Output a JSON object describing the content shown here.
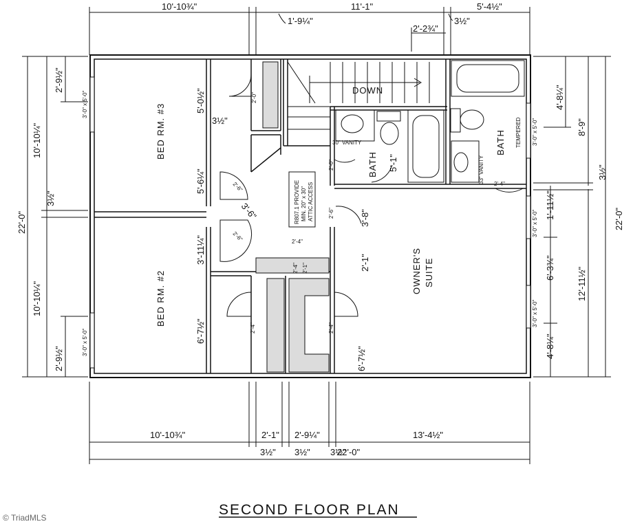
{
  "title": "SECOND FLOOR PLAN",
  "watermark": "© TriadMLS",
  "rooms": {
    "bed3": "BED RM. #3",
    "bed2": "BED RM. #2",
    "owners_line1": "OWNER'S",
    "owners_line2": "SUITE",
    "bath1": "BATH",
    "bath2": "BATH",
    "tempered": "TEMPERED",
    "stairs": "DOWN",
    "vanity30": "30\" VANITY",
    "vanity33": "33\" VANITY"
  },
  "notes": {
    "attic_line1": "R807.1 PROVIDE",
    "attic_line2": "MIN. 20\" x 30\"",
    "attic_line3": "ATTIC ACCESS"
  },
  "windows": {
    "w1": "3'-0\" x 5'-0\"",
    "w2": "3'-0\" x 5'-0\"",
    "w3": "3'-0\" x 5'-0\"",
    "w4": "3'-0\" x 5'-0\"",
    "w5": "3'-0\" x 5'-0\""
  },
  "dimensions": {
    "top_1": "10'-10¾\"",
    "top_2": "1'-9¼\"",
    "top_3": "11'-1\"",
    "top_4": "3½\"",
    "top_5": "5'-4½\"",
    "top_6": "2'-2¾\"",
    "bottom_1": "10'-10¾\"",
    "bottom_2": "2'-1\"",
    "bottom_3": "2'-9¼\"",
    "bottom_4": "13'-4½\"",
    "bottom_5": "3½\"",
    "bottom_6": "3½\"",
    "bottom_7": "3½\"",
    "bottom_total": "22'-0\"",
    "left_1": "10'-10¼\"",
    "left_2": "3½\"",
    "left_3": "10'-10¼\"",
    "left_4": "2'-9½\"",
    "left_5": "2'-9½\"",
    "left_total": "22'-0\"",
    "right_1": "4'-8¼\"",
    "right_2": "8'-9\"",
    "right_3": "3½\"",
    "right_4": "1'-11½\"",
    "right_5": "6'-3¾\"",
    "right_6": "12'-11½\"",
    "right_7": "4'-8¼\"",
    "right_total": "22'-0\"",
    "int_1": "5'-0½\"",
    "int_2": "3½\"",
    "int_3": "5'-6¼\"",
    "int_4": "3'-11¼\"",
    "int_5": "6'-7½\"",
    "int_6": "3'-6\"",
    "int_7": "5'-1\"",
    "int_8": "3'-8\"",
    "int_9": "2'-1\"",
    "int_10": "6'-7½\"",
    "int_11": "2'-4\"",
    "door_1": "2'-0\"",
    "door_2": "2'-0\"",
    "door_3": "2'-6\"",
    "door_4": "2'-6\"",
    "door_5": "2'-6\"",
    "door_6": "2'-4\"",
    "door_7": "2'-4\"",
    "door_8": "2'-4\"",
    "door_9": "2'-4\"",
    "door_10": "2'-1\""
  }
}
